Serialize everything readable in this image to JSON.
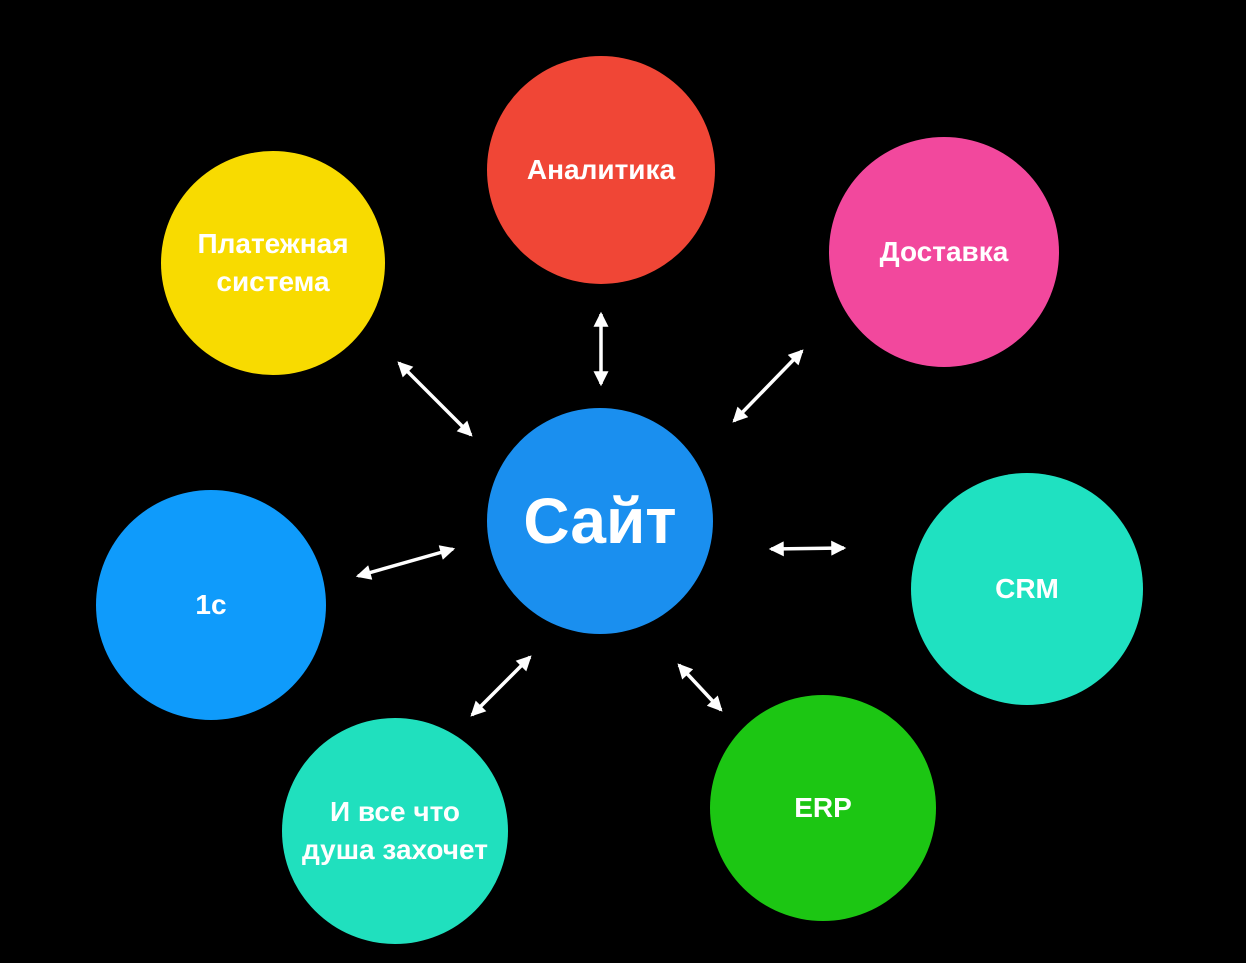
{
  "diagram": {
    "background": "#000000",
    "arrow_color": "#ffffff",
    "text_color": "#ffffff",
    "center": {
      "label": "Сайт",
      "color": "#1A8FEF"
    },
    "nodes": [
      {
        "id": "analytics",
        "label": "Аналитика",
        "color": "#F04636"
      },
      {
        "id": "payment",
        "label": [
          "Платежная",
          "система"
        ],
        "color": "#F8DB00"
      },
      {
        "id": "delivery",
        "label": "Доставка",
        "color": "#F2489D"
      },
      {
        "id": "1c",
        "label": "1с",
        "color": "#0F9BFB"
      },
      {
        "id": "crm",
        "label": "CRM",
        "color": "#1FE1C1"
      },
      {
        "id": "anything",
        "label": [
          "И все что",
          "душа захочет"
        ],
        "color": "#20E0BE"
      },
      {
        "id": "erp",
        "label": "ERP",
        "color": "#1CC613"
      }
    ],
    "connections": [
      {
        "from": "Сайт",
        "to": "Аналитика",
        "bidirectional": true
      },
      {
        "from": "Сайт",
        "to": "Платежная система",
        "bidirectional": true
      },
      {
        "from": "Сайт",
        "to": "Доставка",
        "bidirectional": true
      },
      {
        "from": "Сайт",
        "to": "1с",
        "bidirectional": true
      },
      {
        "from": "Сайт",
        "to": "CRM",
        "bidirectional": true
      },
      {
        "from": "Сайт",
        "to": "И все что душа захочет",
        "bidirectional": true
      },
      {
        "from": "Сайт",
        "to": "ERP",
        "bidirectional": true
      }
    ]
  }
}
